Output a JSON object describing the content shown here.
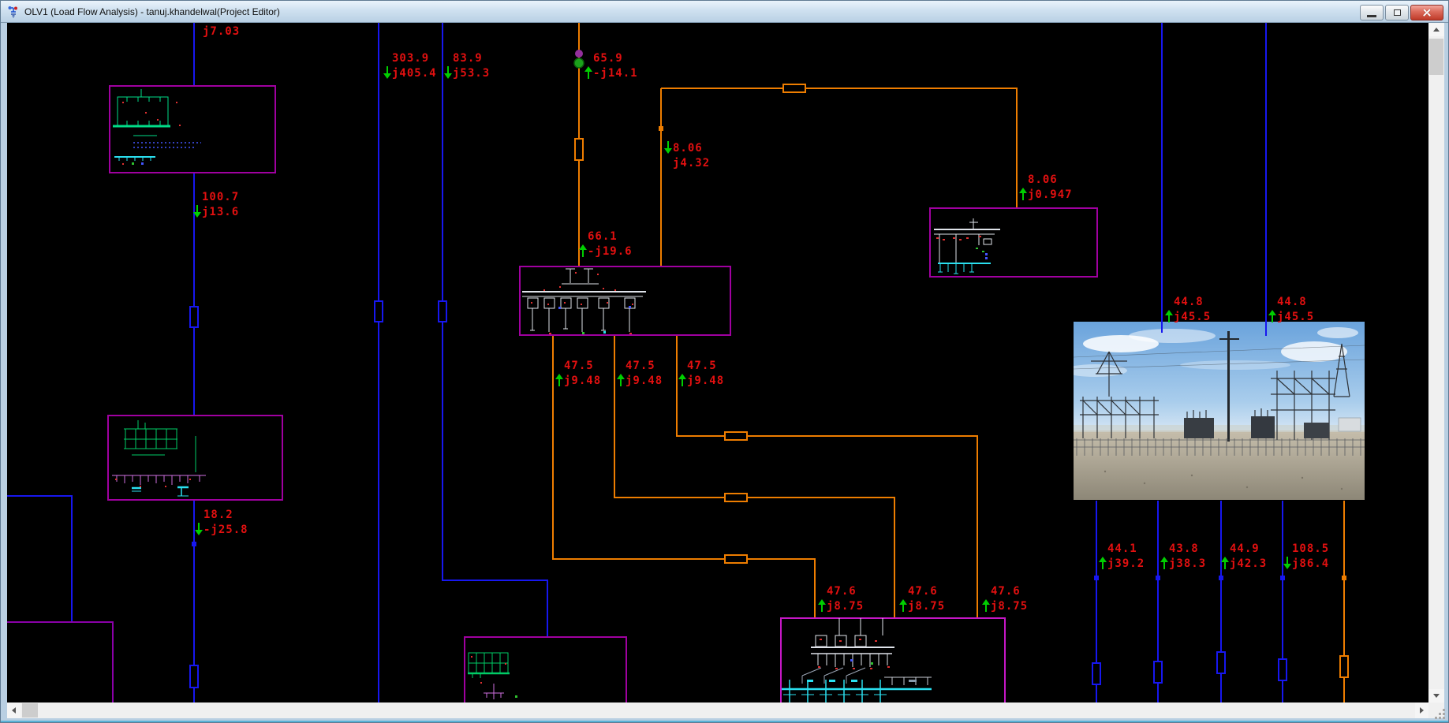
{
  "window": {
    "title": "OLV1 (Load Flow Analysis) - tanuj.khandelwal(Project Editor)"
  },
  "colors": {
    "canvas_bg": "#000000",
    "cable_blue": "#1717ef",
    "feeder_orange": "#ee7d00",
    "composite_border": "#a000a0",
    "composite_border_bright": "#c617c6",
    "result_text_red": "#e21010",
    "flow_arrow_green": "#00cf00",
    "purple_branch": "#8a00a8"
  },
  "flows": {
    "f1": {
      "l1": "j7.03"
    },
    "f2": {
      "l1": "303.9",
      "l2": "j405.4",
      "dir": "down"
    },
    "f3": {
      "l1": "83.9",
      "l2": "j53.3",
      "dir": "down"
    },
    "f4": {
      "l1": "65.9",
      "l2": "-j14.1",
      "dir": "up"
    },
    "f5": {
      "l1": "100.7",
      "l2": "j13.6",
      "dir": "down"
    },
    "f6": {
      "l1": "8.06",
      "l2": "j4.32",
      "dir": "down"
    },
    "f7": {
      "l1": "66.1",
      "l2": "-j19.6",
      "dir": "up"
    },
    "f8": {
      "l1": "8.06",
      "l2": "j0.947",
      "dir": "up"
    },
    "f9": {
      "l1": "47.5",
      "l2": "j9.48",
      "dir": "up"
    },
    "f10": {
      "l1": "47.5",
      "l2": "j9.48",
      "dir": "up"
    },
    "f11": {
      "l1": "47.5",
      "l2": "j9.48",
      "dir": "up"
    },
    "f12": {
      "l1": "44.8",
      "l2": "j45.5",
      "dir": "up"
    },
    "f13": {
      "l1": "44.8",
      "l2": "j45.5",
      "dir": "up"
    },
    "f14": {
      "l1": "18.2",
      "l2": "-j25.8",
      "dir": "down"
    },
    "f15": {
      "l1": "47.6",
      "l2": "j8.75",
      "dir": "up"
    },
    "f16": {
      "l1": "47.6",
      "l2": "j8.75",
      "dir": "up"
    },
    "f17": {
      "l1": "47.6",
      "l2": "j8.75",
      "dir": "up"
    },
    "f18": {
      "l1": "44.1",
      "l2": "j39.2",
      "dir": "up"
    },
    "f19": {
      "l1": "43.8",
      "l2": "j38.3",
      "dir": "up"
    },
    "f20": {
      "l1": "44.9",
      "l2": "j42.3",
      "dir": "up"
    },
    "f21": {
      "l1": "108.5",
      "l2": "j86.4",
      "dir": "down"
    }
  }
}
